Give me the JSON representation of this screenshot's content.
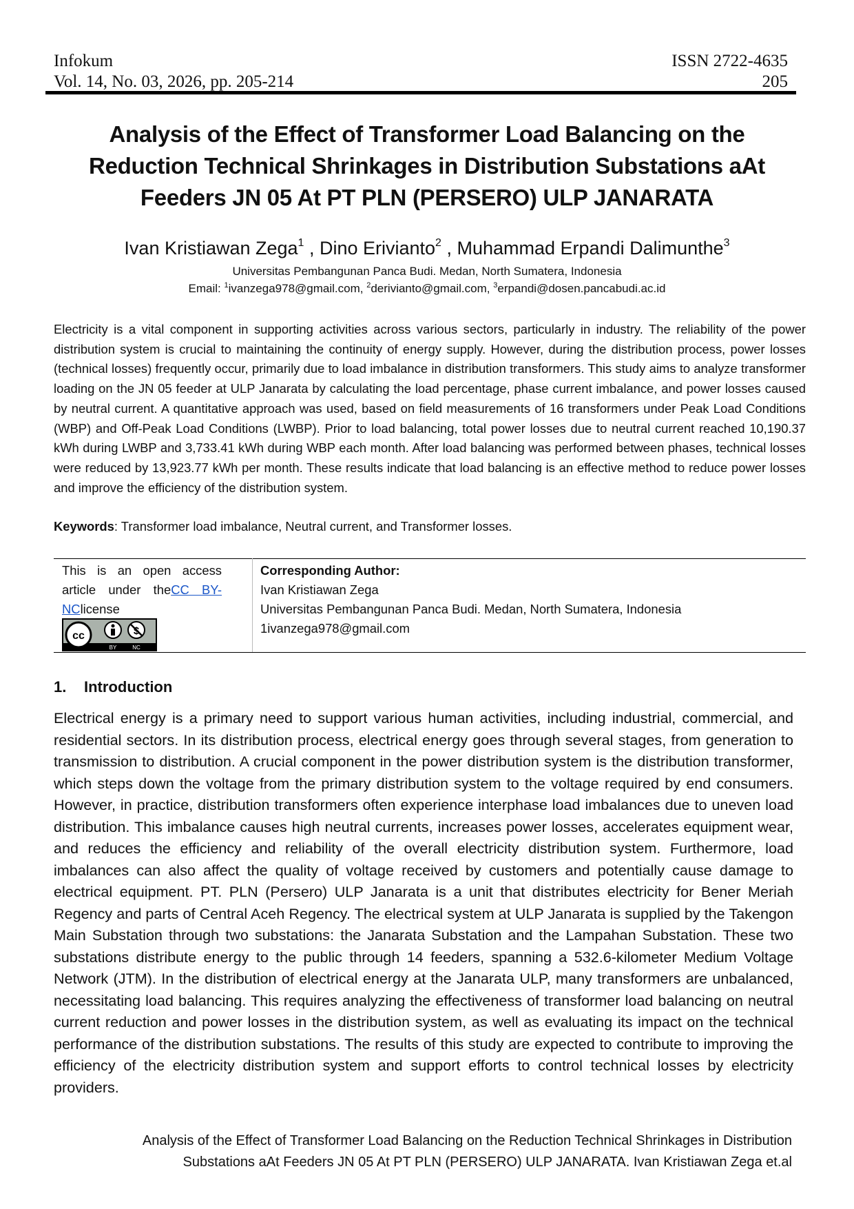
{
  "header": {
    "journal": "Infokum",
    "volume": "Vol. 14, No. 03, 2026, pp. 205-214",
    "issn": "ISSN 2722-4635",
    "page_number": "205"
  },
  "title": "Analysis of the Effect of Transformer Load Balancing on the Reduction Technical Shrinkages in Distribution Substations aAt Feeders JN 05 At PT PLN (PERSERO) ULP JANARATA",
  "authors": [
    {
      "name": "Ivan Kristiawan Zega",
      "sup": "1"
    },
    {
      "name": "Dino Erivianto",
      "sup": "2"
    },
    {
      "name": "Muhammad Erpandi Dalimunthe",
      "sup": "3"
    }
  ],
  "affiliation": "Universitas Pembangunan Panca Budi. Medan, North Sumatera, Indonesia",
  "email": {
    "prefix": "Email: ",
    "items": [
      {
        "sup": "1",
        "address": "ivanzega978@gmail.com"
      },
      {
        "sup": "2",
        "address": "derivianto@gmail.com"
      },
      {
        "sup": "3",
        "address": "erpandi@dosen.pancabudi.ac.id"
      }
    ],
    "sep": ", "
  },
  "abstract": "Electricity is a vital component in supporting activities across various sectors, particularly in industry. The reliability of the power distribution system is crucial to maintaining the continuity of energy supply. However, during the distribution process, power losses (technical losses) frequently occur, primarily due to load imbalance in distribution transformers. This study aims to analyze transformer loading on the JN 05 feeder at ULP Janarata by calculating the load percentage, phase current imbalance, and power losses caused by neutral current. A quantitative approach was used, based on field measurements of 16 transformers under Peak Load Conditions (WBP) and Off-Peak Load Conditions (LWBP). Prior to load balancing, total power losses due to neutral current reached 10,190.37 kWh during LWBP and 3,733.41 kWh during WBP each month. After load balancing was performed between phases, technical losses were reduced by 13,923.77 kWh per month. These results indicate that load balancing is an effective method to reduce power losses and improve the efficiency of the distribution system.",
  "keywords": {
    "label": "Keywords",
    "text": ": Transformer load imbalance, Neutral current, and Transformer losses."
  },
  "license": {
    "text_before": "This is an open access article under the",
    "link": "CC BY-NC",
    "text_after": "license",
    "badge_cc": "cc",
    "badge_by": "BY",
    "badge_nc": "NC"
  },
  "corresponding": {
    "label": "Corresponding Author:",
    "name": "Ivan Kristiawan Zega",
    "affiliation": "Universitas Pembangunan Panca Budi. Medan, North Sumatera, Indonesia",
    "email": "1ivanzega978@gmail.com"
  },
  "section": {
    "number": "1.",
    "title": "Introduction"
  },
  "introduction": "Electrical energy is a primary need to support various human activities, including industrial, commercial, and residential sectors. In its distribution process, electrical energy goes through several stages, from generation to transmission to distribution. A crucial component in the power distribution system is the distribution transformer, which steps down the voltage from the primary distribution system to the voltage required by end consumers. However, in practice, distribution transformers often experience interphase load imbalances due to uneven load distribution. This imbalance causes high neutral currents, increases power losses, accelerates equipment wear, and reduces the efficiency and reliability of the overall electricity distribution system. Furthermore, load imbalances can also affect the quality of voltage received by customers and potentially cause damage to electrical equipment. PT. PLN (Persero) ULP Janarata is a unit that distributes electricity for Bener Meriah Regency and parts of Central Aceh Regency. The electrical system at ULP Janarata is supplied by the Takengon Main Substation through two substations: the Janarata Substation and the Lampahan Substation. These two substations distribute energy to the public through 14 feeders, spanning a 532.6-kilometer Medium Voltage Network (JTM). In the distribution of electrical energy at the Janarata ULP, many transformers are unbalanced, necessitating load balancing. This requires analyzing the effectiveness of transformer load balancing on neutral current reduction and power losses in the distribution system, as well as evaluating its impact on the technical performance of the distribution substations. The results of this study are expected to contribute to improving the efficiency of the electricity distribution system and support efforts to control technical losses by electricity providers.",
  "footer": {
    "line1": "Analysis of the Effect of Transformer Load Balancing on the Reduction Technical Shrinkages in Distribution",
    "line2": "Substations aAt Feeders JN 05 At PT PLN (PERSERO) ULP JANARATA. Ivan Kristiawan Zega et.al"
  }
}
